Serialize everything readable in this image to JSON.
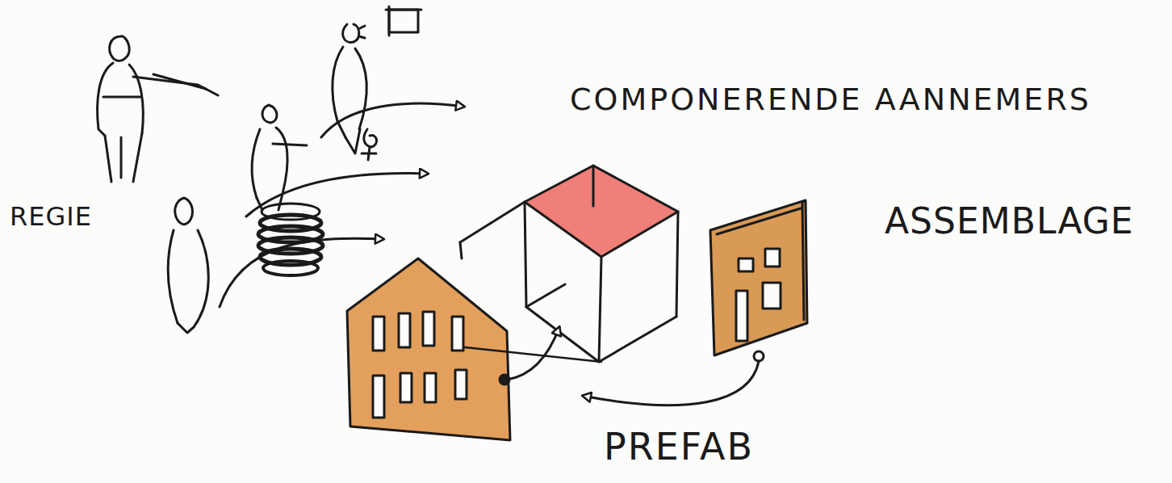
{
  "diagram": {
    "labels": [
      "COMPONERENDE AANNEMERS",
      "REGIE",
      "ASSEMBLAGE",
      "PREFAB"
    ]
  }
}
